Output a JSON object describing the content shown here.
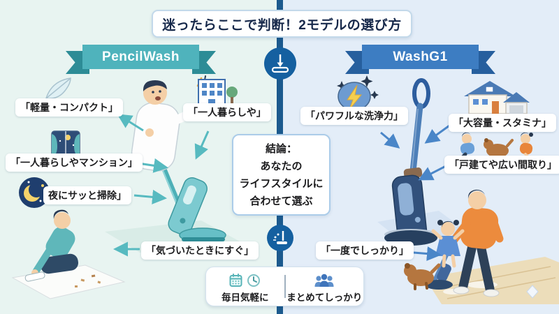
{
  "header": {
    "title": "迷ったらここで判断！2モデルの選び方"
  },
  "models": {
    "left": {
      "name": "PencilWash",
      "accent": "#4fb3bc"
    },
    "right": {
      "name": "WashG1",
      "accent": "#3d7dc2"
    }
  },
  "left_labels": [
    {
      "text": "「軽量・コンパクト」",
      "icon": "feather-icon"
    },
    {
      "text": "「一人暮らしや」",
      "icon": "apartment-building-icon"
    },
    {
      "text": "「一人暮らしやマンション」",
      "icon": "night-window-icon"
    },
    {
      "text": "夜にサッと掃除」",
      "icon": "moon-icon"
    },
    {
      "text": "「気づいたときにすぐ」",
      "icon": null
    }
  ],
  "right_labels": [
    {
      "text": "「パワフルな洗浄力」",
      "icon": "lightning-icon"
    },
    {
      "text": "「大容量・スタミナ」",
      "icon": "house-icon"
    },
    {
      "text": "「戸建てや広い間取り」",
      "icon": "kids-and-dog-icon"
    },
    {
      "text": "「一度でしっかり」",
      "icon": null
    }
  ],
  "conclusion": {
    "lines": [
      "結論：",
      "あなたの",
      "ライフスタイルに",
      "合わせて選ぶ"
    ]
  },
  "footer": {
    "daily": {
      "text": "毎日気軽に",
      "icons": [
        "calendar-icon",
        "clock-icon"
      ]
    },
    "batch": {
      "text": "まとめてしっかり",
      "icons": [
        "people-icon"
      ]
    }
  },
  "colors": {
    "left_bg": "#e8f4f1",
    "right_bg": "#e3edf8",
    "divider": "#1c5a8e",
    "title_text": "#16284a",
    "label_text": "#1c1c1e",
    "node_fill": "#1560a0",
    "arrow_left": "#57bac0",
    "arrow_right": "#4a86c8"
  }
}
